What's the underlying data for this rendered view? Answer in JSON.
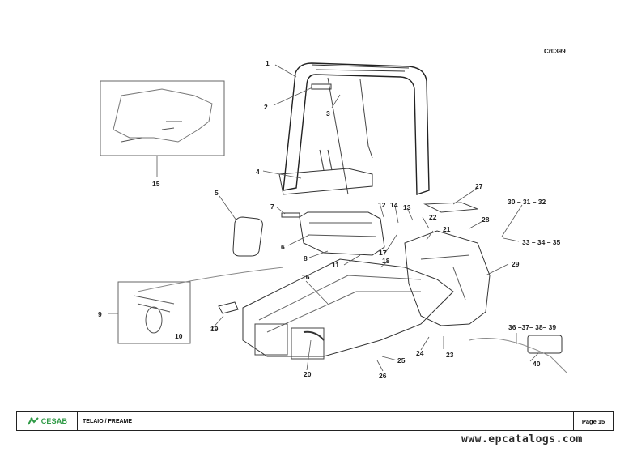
{
  "drawing": {
    "code": "Cr0399",
    "refs": [
      "1",
      "2",
      "3",
      "4",
      "5",
      "6",
      "7",
      "8",
      "9",
      "10",
      "11",
      "12",
      "13",
      "14",
      "15",
      "16",
      "17",
      "18",
      "19",
      "20",
      "21",
      "22",
      "23",
      "24",
      "25",
      "26",
      "27",
      "28",
      "29",
      "30 – 31 – 32",
      "33 – 34 – 35",
      "36 –37– 38– 39",
      "40"
    ]
  },
  "footer": {
    "brand": "CESAB",
    "title": "TELAIO / FREAME",
    "page": "Page 15"
  },
  "watermark": "www.epcatalogs.com",
  "colors": {
    "brand": "#2f9a46",
    "line": "#333333"
  }
}
